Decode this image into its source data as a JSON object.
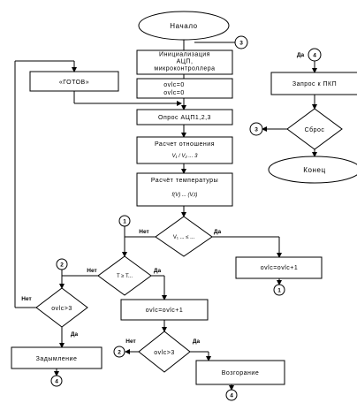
{
  "blocks": {
    "start": "Начало",
    "init_1": "Инициализация",
    "init_2": "АЦП,",
    "init_3": "микроконтроллера",
    "reset_1": "ovlc=0",
    "reset_2": "ovlc=0",
    "ready": "«ГОТОВ»",
    "poll": "Опрос АЦП1,2,3",
    "ratio": "Расчет отношения",
    "ratio_formula": "V₁ / V₂ ... 3",
    "temp": "Расчёт температуры",
    "temp_formula": "f(V) ... (V,t)",
    "cond_top": "V₁ ... ≤ ...",
    "cond_mid": "T ≥ T...",
    "inc_right": "ovlc=ovlc+1",
    "inc_mid": "ovlc=ovlc+1",
    "cmp_left": "ovlc>3",
    "cmp_bottom": "ovlc>3",
    "smoke": "Задымление",
    "fire": "Возгорание",
    "request": "Запрос к ПКП",
    "reset_q": "Сброс",
    "end": "Конец"
  },
  "labels": {
    "yes": "Да",
    "no": "Нет"
  },
  "connectors": {
    "c1": "1",
    "c2": "2",
    "c3": "3",
    "c4": "4"
  }
}
